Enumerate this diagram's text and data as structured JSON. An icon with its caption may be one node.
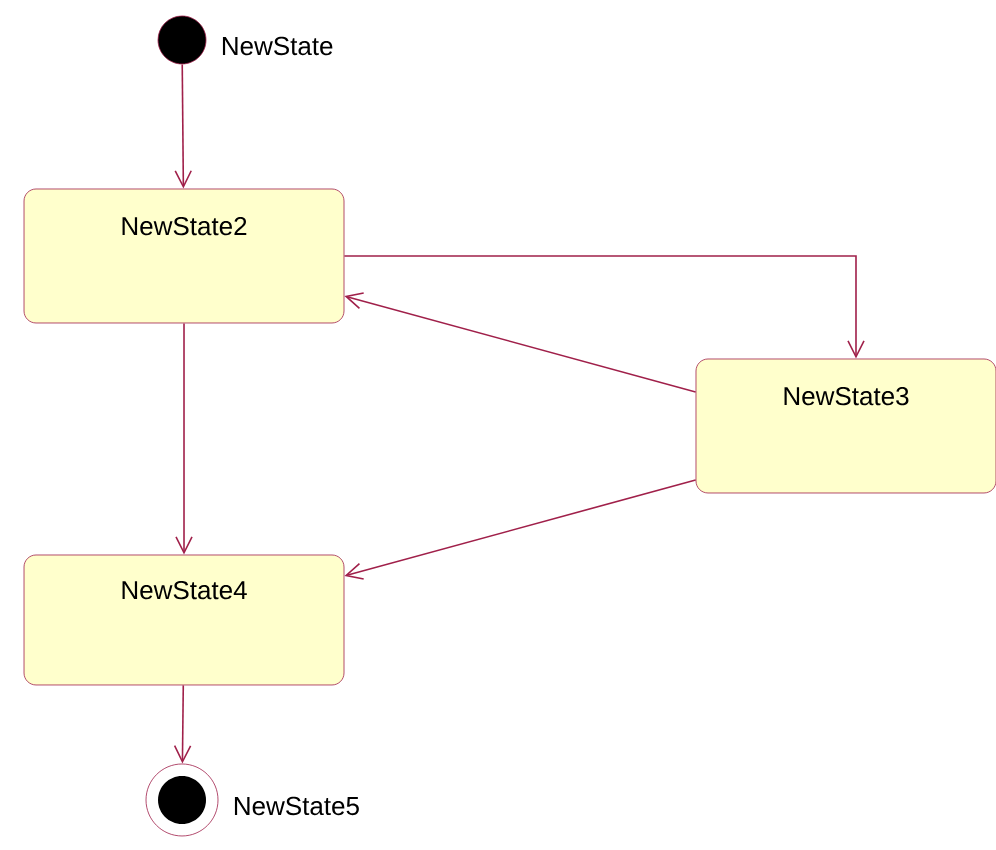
{
  "diagram": {
    "nodes": [
      {
        "text": [],
        "shape": "circle",
        "beside": [
          "NewState"
        ]
      },
      {
        "text": [
          "NewState2"
        ]
      },
      {
        "text": [
          "NewState3"
        ]
      },
      {
        "text": [
          "NewState4"
        ]
      },
      {
        "text": [],
        "shape": "circle",
        "beside": [
          "NewState5"
        ]
      }
    ],
    "edges": [
      {
        "from": 0,
        "to": 1,
        "arrow": "to"
      },
      {
        "from": 1,
        "to": 2,
        "arrow": "to"
      },
      {
        "from": 2,
        "to": 1,
        "arrow": "to"
      },
      {
        "from": 1,
        "to": 3,
        "arrow": "to"
      },
      {
        "from": 2,
        "to": 3,
        "arrow": "to"
      },
      {
        "from": 3,
        "to": 4,
        "arrow": "to"
      }
    ]
  }
}
